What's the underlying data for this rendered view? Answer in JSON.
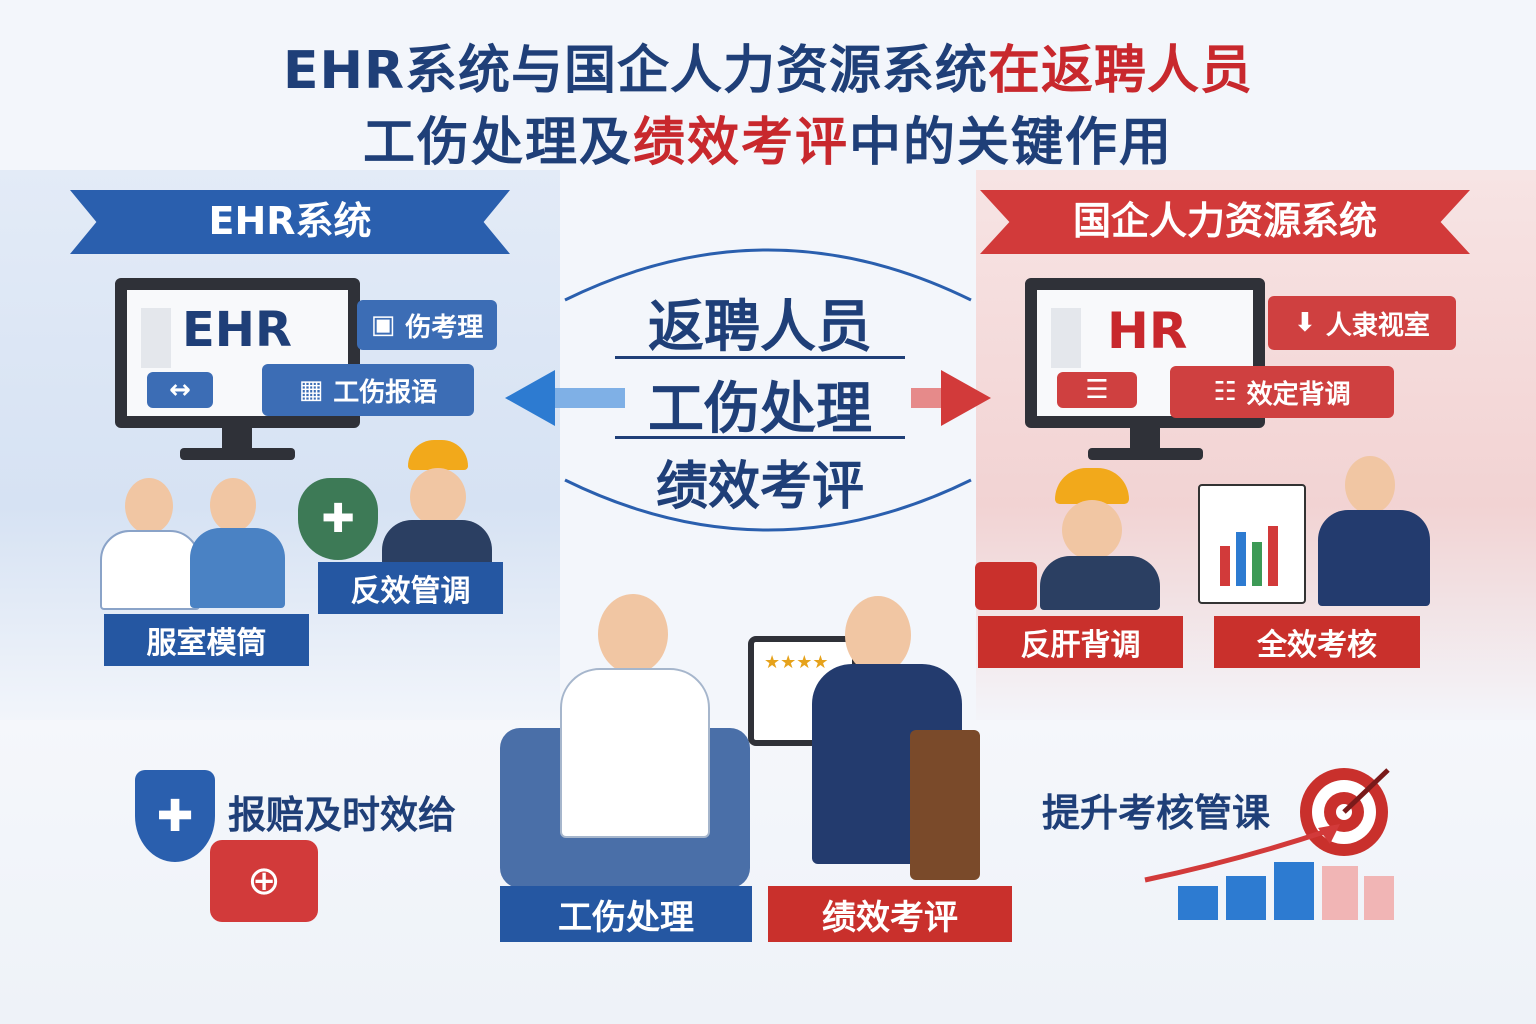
{
  "title": {
    "line1_part1": "EHR系统与国企人力资源系统",
    "line1_part2": "在返聘人员",
    "line2_part1": "工伤处理及",
    "line2_part2": "绩效考评",
    "line2_part3": "中的关键作用"
  },
  "left": {
    "ribbon": "EHR系统",
    "monitor_label": "EHR",
    "pill1": "伤考理",
    "pill2": "工伤报语",
    "plate_shield": "反效管调",
    "plate_people": "服室模筒"
  },
  "right": {
    "ribbon": "国企人力资源系统",
    "monitor_label": "HR",
    "pill1": "人隶视室",
    "pill2": "效定背调",
    "plate1": "反肝背调",
    "plate2": "全效考核"
  },
  "center": {
    "line1": "返聘人员",
    "line2": "工伤处理",
    "line3": "绩效考评"
  },
  "bottom": {
    "left_text": "报赔及时效给",
    "right_text": "提升考核管课",
    "label_blue": "工伤处理",
    "label_red": "绩效考评"
  },
  "colors": {
    "blue": "#2a5fae",
    "red": "#d23a3a",
    "navy": "#1f3f78"
  },
  "icons": [
    "shield-icon",
    "first-aid-kit-icon",
    "target-icon",
    "arrow-icon",
    "chart-icon",
    "hardhat-icon"
  ]
}
